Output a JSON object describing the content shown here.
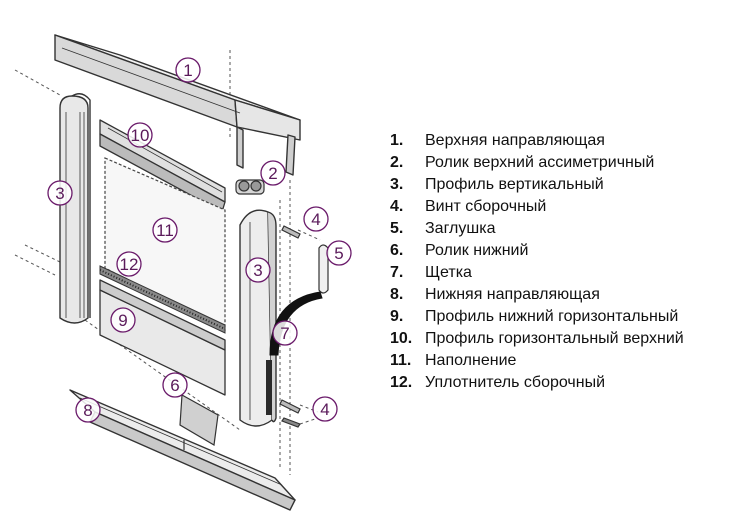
{
  "diagram": {
    "colors": {
      "outline": "#333333",
      "surface": "#eeeeee",
      "shade": "#c8c8c8",
      "dark": "#1a1a1a",
      "callout": "#6a1a6a"
    },
    "callouts": [
      "1",
      "2",
      "3",
      "3",
      "4",
      "4",
      "5",
      "6",
      "7",
      "8",
      "9",
      "10",
      "11",
      "12"
    ]
  },
  "legend": [
    {
      "num": "1.",
      "text": "Верхняя направляющая"
    },
    {
      "num": "2.",
      "text": "Ролик верхний ассиметричный"
    },
    {
      "num": "3.",
      "text": "Профиль вертикальный"
    },
    {
      "num": "4.",
      "text": "Винт сборочный"
    },
    {
      "num": "5.",
      "text": "Заглушка"
    },
    {
      "num": "6.",
      "text": "Ролик нижний"
    },
    {
      "num": "7.",
      "text": "Щетка"
    },
    {
      "num": "8.",
      "text": "Нижняя направляющая"
    },
    {
      "num": "9.",
      "text": "Профиль нижний горизонтальный"
    },
    {
      "num": "10.",
      "text": "Профиль горизонтальный верхний"
    },
    {
      "num": "11.",
      "text": "Наполнение"
    },
    {
      "num": "12.",
      "text": "Уплотнитель сборочный"
    }
  ]
}
